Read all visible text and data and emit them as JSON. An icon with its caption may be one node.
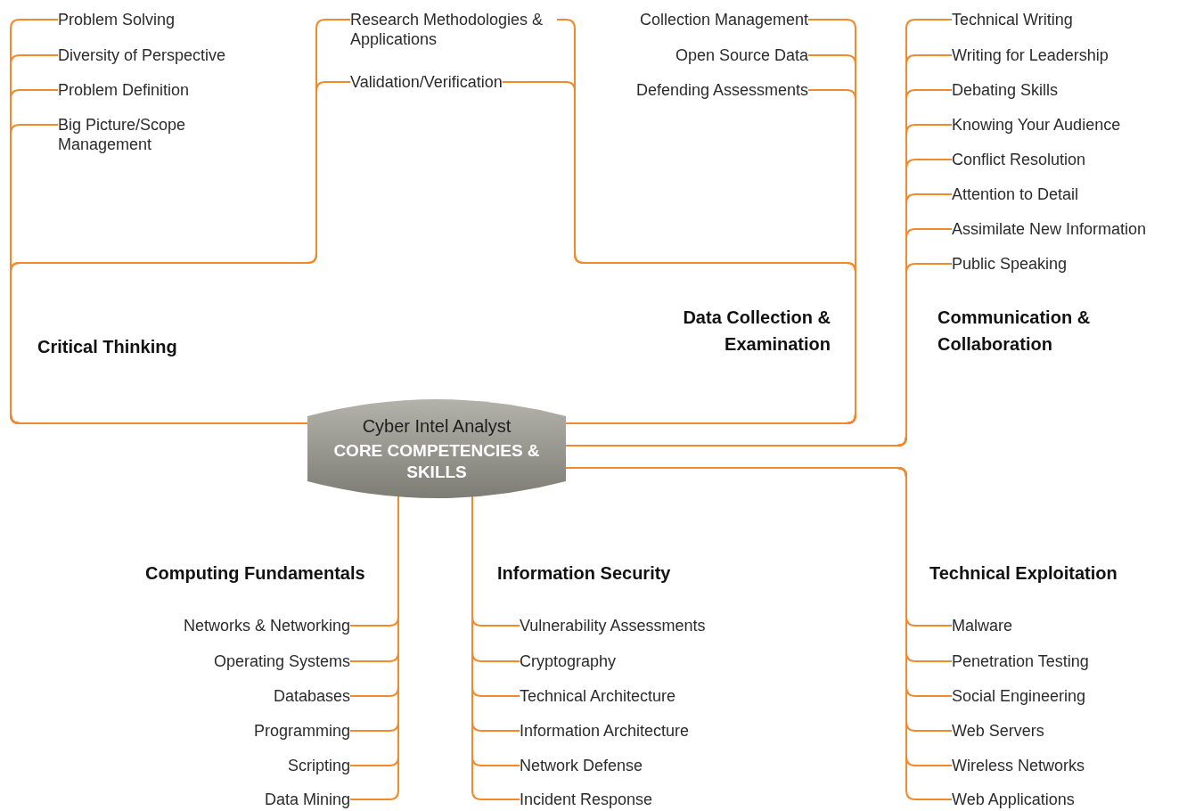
{
  "diagram": {
    "nodes": [
      {
        "text": [
          "Cyber Intel Analyst",
          "CORE COMPETENCIES & SKILLS"
        ]
      },
      {
        "text": [
          "Problem Solving"
        ]
      },
      {
        "text": [
          "Diversity of Perspective"
        ]
      },
      {
        "text": [
          "Problem Definition"
        ]
      },
      {
        "text": [
          "Big Picture/Scope Management"
        ]
      },
      {
        "text": [
          "Research Methodologies & Applications"
        ]
      },
      {
        "text": [
          "Validation/Verification"
        ]
      },
      {
        "text": [
          "Collection Management"
        ]
      },
      {
        "text": [
          "Open Source Data"
        ]
      },
      {
        "text": [
          "Defending Assessments"
        ]
      },
      {
        "text": [
          "Technical Writing"
        ]
      },
      {
        "text": [
          "Writing for Leadership"
        ]
      },
      {
        "text": [
          "Debating Skills"
        ]
      },
      {
        "text": [
          "Knowing Your Audience"
        ]
      },
      {
        "text": [
          "Conflict Resolution"
        ]
      },
      {
        "text": [
          "Attention to Detail"
        ]
      },
      {
        "text": [
          "Assimilate New Information"
        ]
      },
      {
        "text": [
          "Public Speaking"
        ]
      },
      {
        "text": [
          "Networks & Networking"
        ]
      },
      {
        "text": [
          "Operating Systems"
        ]
      },
      {
        "text": [
          "Databases"
        ]
      },
      {
        "text": [
          "Programming"
        ]
      },
      {
        "text": [
          "Scripting"
        ]
      },
      {
        "text": [
          "Data Mining"
        ]
      },
      {
        "text": [
          "Vulnerability Assessments"
        ]
      },
      {
        "text": [
          "Cryptography"
        ]
      },
      {
        "text": [
          "Technical Architecture"
        ]
      },
      {
        "text": [
          "Information Architecture"
        ]
      },
      {
        "text": [
          "Network Defense"
        ]
      },
      {
        "text": [
          "Incident Response"
        ]
      },
      {
        "text": [
          "Malware"
        ]
      },
      {
        "text": [
          "Penetration Testing"
        ]
      },
      {
        "text": [
          "Social Engineering"
        ]
      },
      {
        "text": [
          "Web Servers"
        ]
      },
      {
        "text": [
          "Wireless Networks"
        ]
      },
      {
        "text": [
          "Web Applications"
        ]
      }
    ],
    "edges": [
      {
        "from": 0,
        "to": 1,
        "arrow": "none"
      },
      {
        "from": 0,
        "to": 2,
        "arrow": "none"
      },
      {
        "from": 0,
        "to": 3,
        "arrow": "none"
      },
      {
        "from": 0,
        "to": 4,
        "arrow": "none"
      },
      {
        "from": 0,
        "to": 5,
        "arrow": "none"
      },
      {
        "from": 0,
        "to": 6,
        "arrow": "none"
      },
      {
        "from": 0,
        "to": 7,
        "arrow": "none"
      },
      {
        "from": 0,
        "to": 8,
        "arrow": "none"
      },
      {
        "from": 0,
        "to": 9,
        "arrow": "none"
      },
      {
        "from": 0,
        "to": 5,
        "arrow": "none"
      },
      {
        "from": 0,
        "to": 6,
        "arrow": "none"
      },
      {
        "from": 0,
        "to": 10,
        "arrow": "none"
      },
      {
        "from": 0,
        "to": 11,
        "arrow": "none"
      },
      {
        "from": 0,
        "to": 12,
        "arrow": "none"
      },
      {
        "from": 0,
        "to": 13,
        "arrow": "none"
      },
      {
        "from": 0,
        "to": 14,
        "arrow": "none"
      },
      {
        "from": 0,
        "to": 15,
        "arrow": "none"
      },
      {
        "from": 0,
        "to": 16,
        "arrow": "none"
      },
      {
        "from": 0,
        "to": 17,
        "arrow": "none"
      },
      {
        "from": 0,
        "to": 18,
        "arrow": "none"
      },
      {
        "from": 0,
        "to": 19,
        "arrow": "none"
      },
      {
        "from": 0,
        "to": 20,
        "arrow": "none"
      },
      {
        "from": 0,
        "to": 21,
        "arrow": "none"
      },
      {
        "from": 0,
        "to": 22,
        "arrow": "none"
      },
      {
        "from": 0,
        "to": 23,
        "arrow": "none"
      },
      {
        "from": 0,
        "to": 24,
        "arrow": "none"
      },
      {
        "from": 0,
        "to": 25,
        "arrow": "none"
      },
      {
        "from": 0,
        "to": 26,
        "arrow": "none"
      },
      {
        "from": 0,
        "to": 27,
        "arrow": "none"
      },
      {
        "from": 0,
        "to": 28,
        "arrow": "none"
      },
      {
        "from": 0,
        "to": 29,
        "arrow": "none"
      },
      {
        "from": 0,
        "to": 30,
        "arrow": "none"
      },
      {
        "from": 0,
        "to": 31,
        "arrow": "none"
      },
      {
        "from": 0,
        "to": 32,
        "arrow": "none"
      },
      {
        "from": 0,
        "to": 33,
        "arrow": "none"
      },
      {
        "from": 0,
        "to": 34,
        "arrow": "none"
      },
      {
        "from": 0,
        "to": 35,
        "arrow": "none"
      }
    ],
    "labels": [
      "Critical Thinking",
      "Data Collection & Examination",
      "Communication & Collaboration",
      "Computing Fundamentals",
      "Information Security",
      "Technical Exploitation"
    ]
  }
}
